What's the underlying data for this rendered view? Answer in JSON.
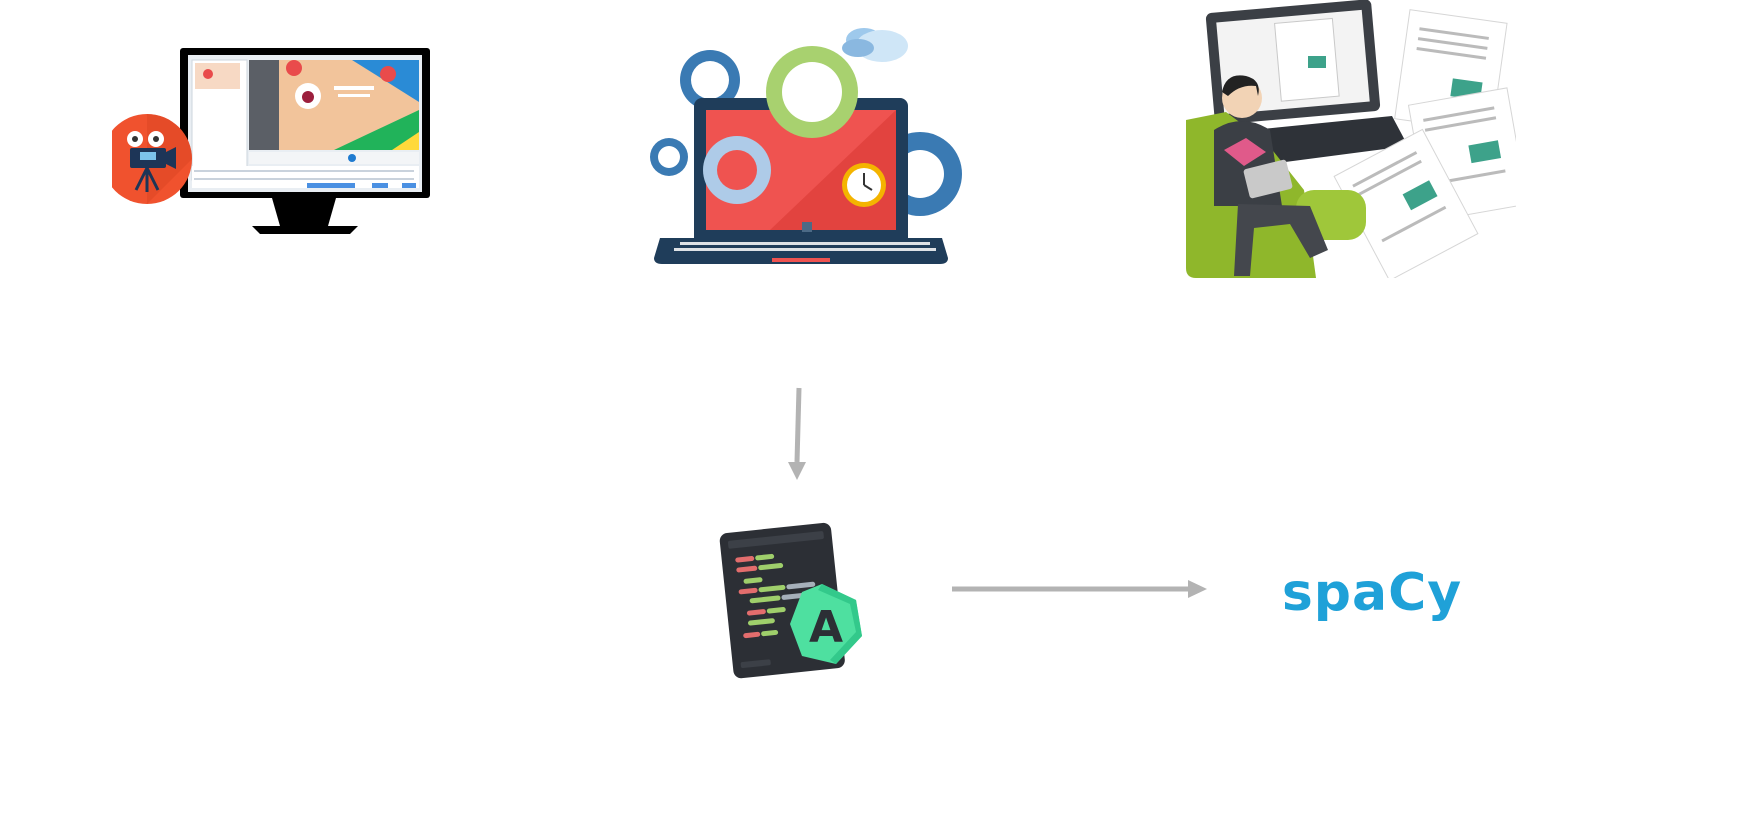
{
  "nodes": {
    "video_editor": {
      "icon": "movie-camera-monitor-icon"
    },
    "automation": {
      "icon": "laptop-gears-icon"
    },
    "documents": {
      "icon": "person-laptop-documents-icon"
    },
    "code_editor": {
      "icon": "code-editor-app-icon"
    },
    "spacy": {
      "logo_text": "spaCy",
      "icon": "spacy-logo"
    }
  },
  "edges": [
    {
      "from": "automation",
      "to": "code_editor",
      "direction": "down"
    },
    {
      "from": "code_editor",
      "to": "spacy",
      "direction": "right"
    }
  ],
  "colors": {
    "arrow": "#b3b3b3",
    "spacy_blue": "#1fa1d8",
    "laptop_red": "#ef5350",
    "gear_blue": "#3a7ab3",
    "gear_green": "#a8d16f",
    "camera_orange": "#f0522e",
    "sofa_green": "#8fb72b",
    "code_badge_green": "#4ee0a0"
  }
}
